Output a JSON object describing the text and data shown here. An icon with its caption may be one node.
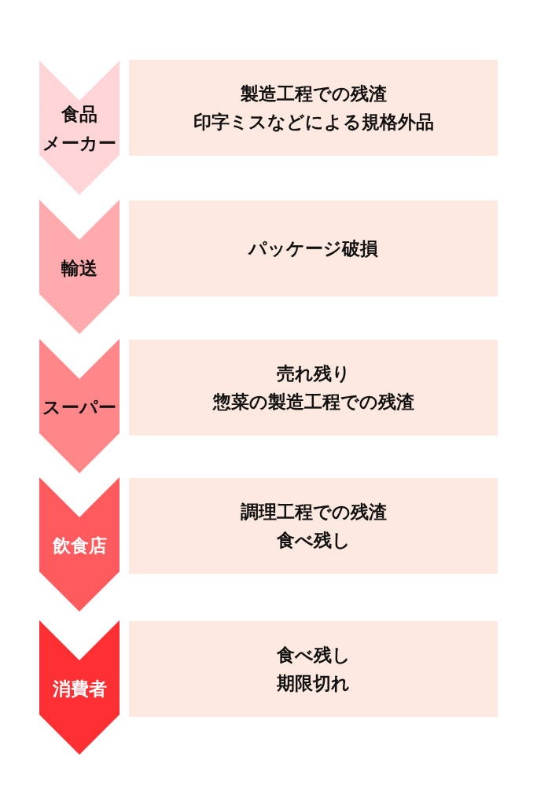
{
  "diagram": {
    "nodes": [
      {
        "text": [
          "食品メーカー"
        ]
      },
      {
        "text": [
          "製造工程での残渣",
          "印字ミスなどによる規格外品"
        ]
      },
      {
        "text": [
          "輸送"
        ]
      },
      {
        "text": [
          "パッケージ破損"
        ]
      },
      {
        "text": [
          "スーパー"
        ]
      },
      {
        "text": [
          "売れ残り",
          "惣菜の製造工程での残渣"
        ]
      },
      {
        "text": [
          "飲食店"
        ]
      },
      {
        "text": [
          "調理工程での残渣",
          "食べ残し"
        ]
      },
      {
        "text": [
          "消費者"
        ]
      },
      {
        "text": [
          "食べ残し",
          "期限切れ"
        ]
      }
    ]
  }
}
